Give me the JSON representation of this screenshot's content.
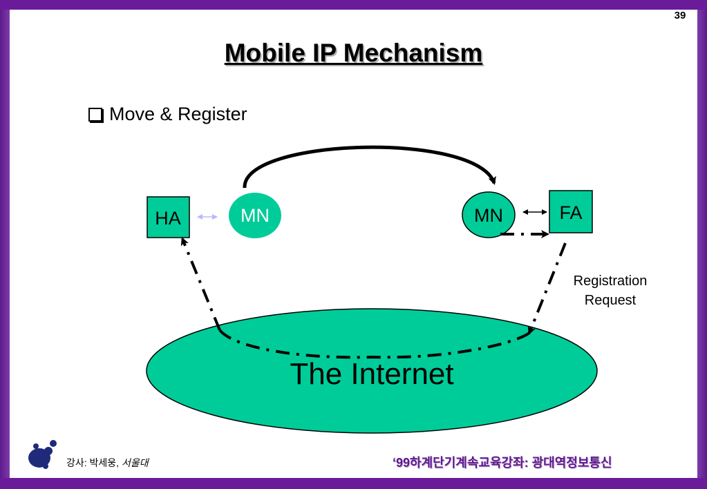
{
  "page_number": "39",
  "title": "Mobile IP Mechanism",
  "bullet": "Move & Register",
  "diagram": {
    "ha_label": "HA",
    "mn_old_label": "MN",
    "mn_new_label": "MN",
    "fa_label": "FA",
    "registration_line1": "Registration",
    "registration_line2": "Request",
    "internet_label": "The Internet",
    "colors": {
      "node_fill": "#00cc99",
      "faded_text": "#ffffff",
      "faded_arrow": "#b8b8ff"
    }
  },
  "footer": {
    "lecturer_prefix": "강사: 박세웅, ",
    "lecturer_affiliation": "서울대",
    "course": "‘99하계단기계속교육강좌: 광대역정보통신"
  }
}
